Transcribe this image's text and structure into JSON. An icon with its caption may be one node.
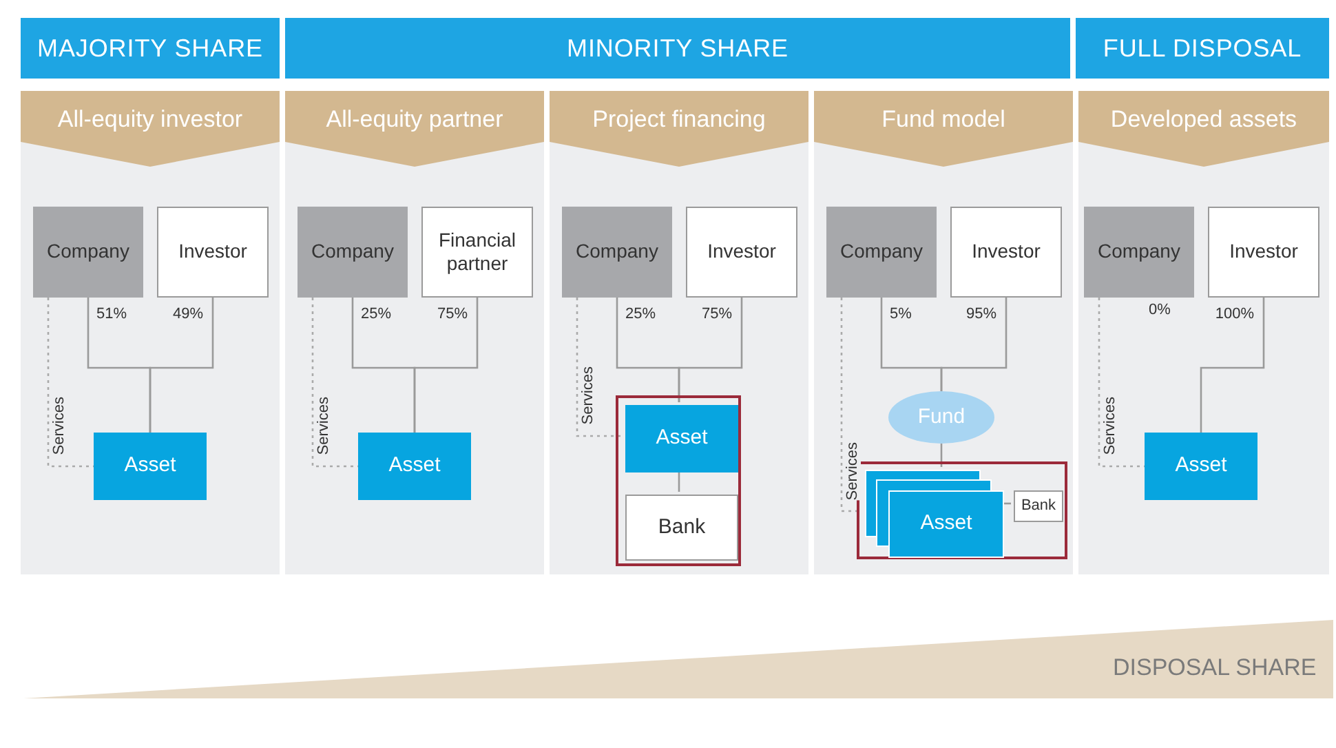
{
  "diagram": {
    "nodes": [
      {
        "text": [
          "MAJORITY SHARE"
        ]
      },
      {
        "text": [
          "MINORITY SHARE"
        ]
      },
      {
        "text": [
          "FULL DISPOSAL"
        ]
      },
      {
        "text": [
          "All-equity investor"
        ]
      },
      {
        "text": [
          "Company"
        ],
        "in": 3
      },
      {
        "text": [
          "Investor"
        ],
        "in": 3
      },
      {
        "text": [
          "Asset"
        ],
        "in": 3
      },
      {
        "text": [
          "All-equity partner"
        ]
      },
      {
        "text": [
          "Company"
        ],
        "in": 7
      },
      {
        "text": [
          "Financial partner"
        ],
        "in": 7
      },
      {
        "text": [
          "Asset"
        ],
        "in": 7
      },
      {
        "text": [
          "Project financing"
        ]
      },
      {
        "text": [
          "Company"
        ],
        "in": 11
      },
      {
        "text": [
          "Investor"
        ],
        "in": 11
      },
      {
        "text": [],
        "shape": "box",
        "in": 11
      },
      {
        "text": [
          "Asset"
        ],
        "in": 14
      },
      {
        "text": [
          "Bank"
        ],
        "in": 14
      },
      {
        "text": [
          "Fund model"
        ]
      },
      {
        "text": [
          "Company"
        ],
        "in": 17
      },
      {
        "text": [
          "Investor"
        ],
        "in": 17
      },
      {
        "text": [
          "Fund"
        ],
        "in": 17
      },
      {
        "text": [],
        "shape": "box",
        "in": 17
      },
      {
        "text": [
          "Asset"
        ],
        "in": 21
      },
      {
        "text": [
          "Bank"
        ],
        "in": 21
      },
      {
        "text": [
          "Developed assets"
        ]
      },
      {
        "text": [
          "Company"
        ],
        "in": 24
      },
      {
        "text": [
          "Investor"
        ],
        "in": 24
      },
      {
        "text": [
          "Asset"
        ],
        "in": 24
      }
    ],
    "edges": [
      {
        "from": 4,
        "to": 6,
        "arrow": "none",
        "label": "51%"
      },
      {
        "from": 5,
        "to": 6,
        "arrow": "none",
        "label": "49%"
      },
      {
        "from": 4,
        "to": 6,
        "arrow": "none",
        "label": "Services",
        "style": "dashed"
      },
      {
        "from": 8,
        "to": 10,
        "arrow": "none",
        "label": "25%"
      },
      {
        "from": 9,
        "to": 10,
        "arrow": "none",
        "label": "75%"
      },
      {
        "from": 8,
        "to": 10,
        "arrow": "none",
        "label": "Services",
        "style": "dashed"
      },
      {
        "from": 12,
        "to": 15,
        "arrow": "none",
        "label": "25%"
      },
      {
        "from": 13,
        "to": 15,
        "arrow": "none",
        "label": "75%"
      },
      {
        "from": 12,
        "to": 15,
        "arrow": "none",
        "label": "Services",
        "style": "dashed"
      },
      {
        "from": 15,
        "to": 16,
        "arrow": "none"
      },
      {
        "from": 18,
        "to": 20,
        "arrow": "none",
        "label": "5%"
      },
      {
        "from": 19,
        "to": 20,
        "arrow": "none",
        "label": "95%"
      },
      {
        "from": 20,
        "to": 22,
        "arrow": "none"
      },
      {
        "from": 18,
        "to": 22,
        "arrow": "none",
        "label": "Services",
        "style": "dashed"
      },
      {
        "from": 22,
        "to": 23,
        "arrow": "none"
      },
      {
        "from": 26,
        "to": 27,
        "arrow": "none",
        "label": "100%"
      },
      {
        "from": 25,
        "to": 27,
        "arrow": "none",
        "label": "Services",
        "style": "dashed"
      }
    ],
    "labels": [
      "0%",
      "DISPOSAL SHARE"
    ]
  }
}
